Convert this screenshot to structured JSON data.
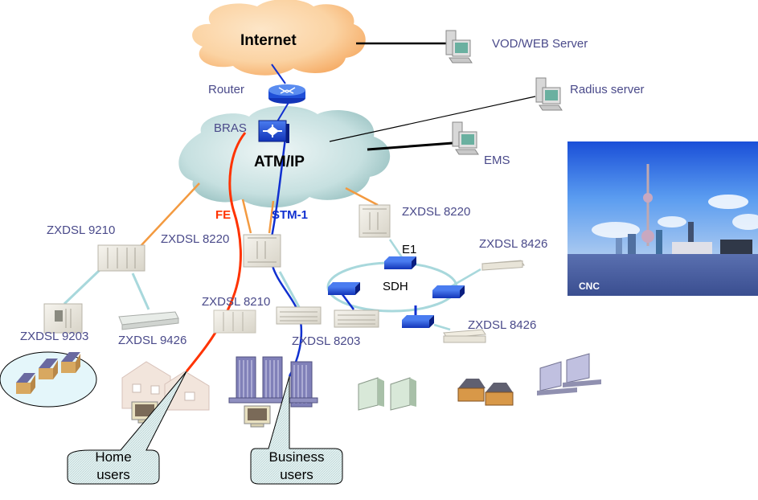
{
  "diagram": {
    "title": "ADSL network topology",
    "clouds": {
      "internet": {
        "label": "Internet",
        "color": "#f8c890"
      },
      "core": {
        "label": "ATM/IP",
        "color": "#b8d8d8"
      }
    },
    "nodes": {
      "router": {
        "label": "Router"
      },
      "bras": {
        "label": "BRAS"
      },
      "vod_server": {
        "label": "VOD/WEB Server"
      },
      "radius_server": {
        "label": "Radius server"
      },
      "ems": {
        "label": "EMS"
      },
      "zxdsl_9210": {
        "label": "ZXDSL 9210"
      },
      "zxdsl_9203": {
        "label": "ZXDSL 9203"
      },
      "zxdsl_9426": {
        "label": "ZXDSL 9426"
      },
      "zxdsl_8220_left": {
        "label": "ZXDSL 8220"
      },
      "zxdsl_8220_right": {
        "label": "ZXDSL 8220"
      },
      "zxdsl_8210": {
        "label": "ZXDSL 8210"
      },
      "zxdsl_8203": {
        "label": "ZXDSL 8203"
      },
      "zxdsl_8426_top": {
        "label": "ZXDSL 8426"
      },
      "zxdsl_8426_bottom": {
        "label": "ZXDSL 8426"
      }
    },
    "links": {
      "fe": {
        "label": "FE",
        "color": "#ff3300"
      },
      "stm1": {
        "label": "STM-1",
        "color": "#1030d0"
      },
      "e1": {
        "label": "E1"
      },
      "sdh": {
        "label": "SDH"
      }
    },
    "callouts": {
      "home": {
        "line1": "Home",
        "line2": "users"
      },
      "business": {
        "line1": "Business",
        "line2": "users"
      }
    },
    "photo": {
      "caption": "CNC",
      "subject": "city-skyline"
    },
    "colors": {
      "label_text": "#4a4a8a",
      "orange_link": "#f39a40",
      "light_link": "#a8d8dc",
      "device_blue": "#1f4fd8"
    }
  }
}
